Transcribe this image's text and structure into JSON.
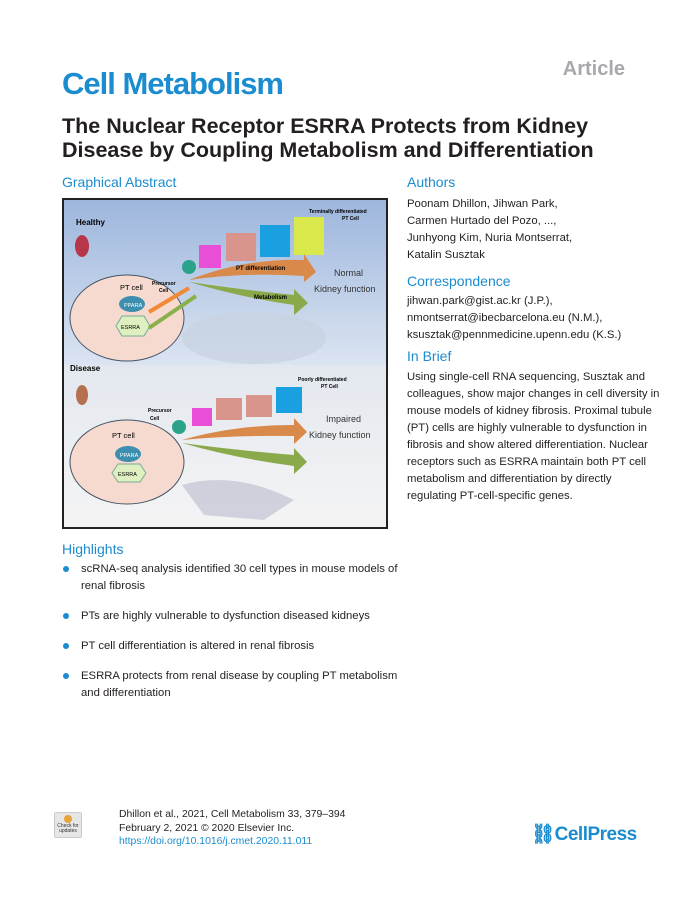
{
  "header": {
    "journal": "Cell Metabolism",
    "type": "Article"
  },
  "title": "The Nuclear Receptor ESRRA Protects from Kidney Disease by Coupling Metabolism and Differentiation",
  "graphical_abstract": {
    "heading": "Graphical Abstract",
    "healthy": "Healthy",
    "disease": "Disease",
    "terminal": [
      "Terminally differentiated",
      "PT Cell"
    ],
    "poorly": [
      "Poorly  differentiated",
      "PT Cell"
    ],
    "precursor": [
      "Precursor",
      "Cell"
    ],
    "pt_cell": "PT cell",
    "ppara": "PPARA",
    "esrra": "ESRRA",
    "pt_diff": "PT differentiation",
    "metabolism": "Metabolism",
    "normal": [
      "Normal",
      "Kidney function"
    ],
    "impaired": [
      "Impaired",
      "Kidney function"
    ]
  },
  "authors": {
    "heading": "Authors",
    "lines": [
      "Poonam Dhillon, Jihwan Park,",
      "Carmen Hurtado del Pozo, ...,",
      "Junhyong Kim, Nuria Montserrat,",
      "Katalin Susztak"
    ]
  },
  "correspondence": {
    "heading": "Correspondence",
    "lines": [
      "jihwan.park@gist.ac.kr (J.P.),",
      "nmontserrat@ibecbarcelona.eu (N.M.),",
      "ksusztak@pennmedicine.upenn.edu (K.S.)"
    ]
  },
  "in_brief": {
    "heading": "In Brief",
    "text": "Using single-cell RNA sequencing, Susztak and colleagues, show major changes in cell diversity in mouse models of kidney fibrosis. Proximal tubule (PT) cells are highly vulnerable to dysfunction in fibrosis and show altered differentiation. Nuclear receptors such as ESRRA maintain both PT cell metabolism and differentiation by directly regulating PT-cell-specific genes."
  },
  "highlights": {
    "heading": "Highlights",
    "items": [
      "scRNA-seq analysis identified 30 cell types in mouse models of renal fibrosis",
      "PTs are highly vulnerable to dysfunction diseased kidneys",
      "PT cell differentiation is altered in renal fibrosis",
      "ESRRA protects from renal disease by coupling PT metabolism and differentiation"
    ]
  },
  "footer": {
    "citation": "Dhillon et al., 2021, Cell Metabolism 33, 379–394",
    "date": "February 2, 2021 © 2020 Elsevier Inc.",
    "doi": "https://doi.org/10.1016/j.cmet.2020.11.011",
    "publisher": "CellPress",
    "check_updates": "Check for updates"
  },
  "colors": {
    "brand": "#1a8ccf",
    "arrow_orange": "#d9894a",
    "arrow_green": "#8aa94a"
  }
}
